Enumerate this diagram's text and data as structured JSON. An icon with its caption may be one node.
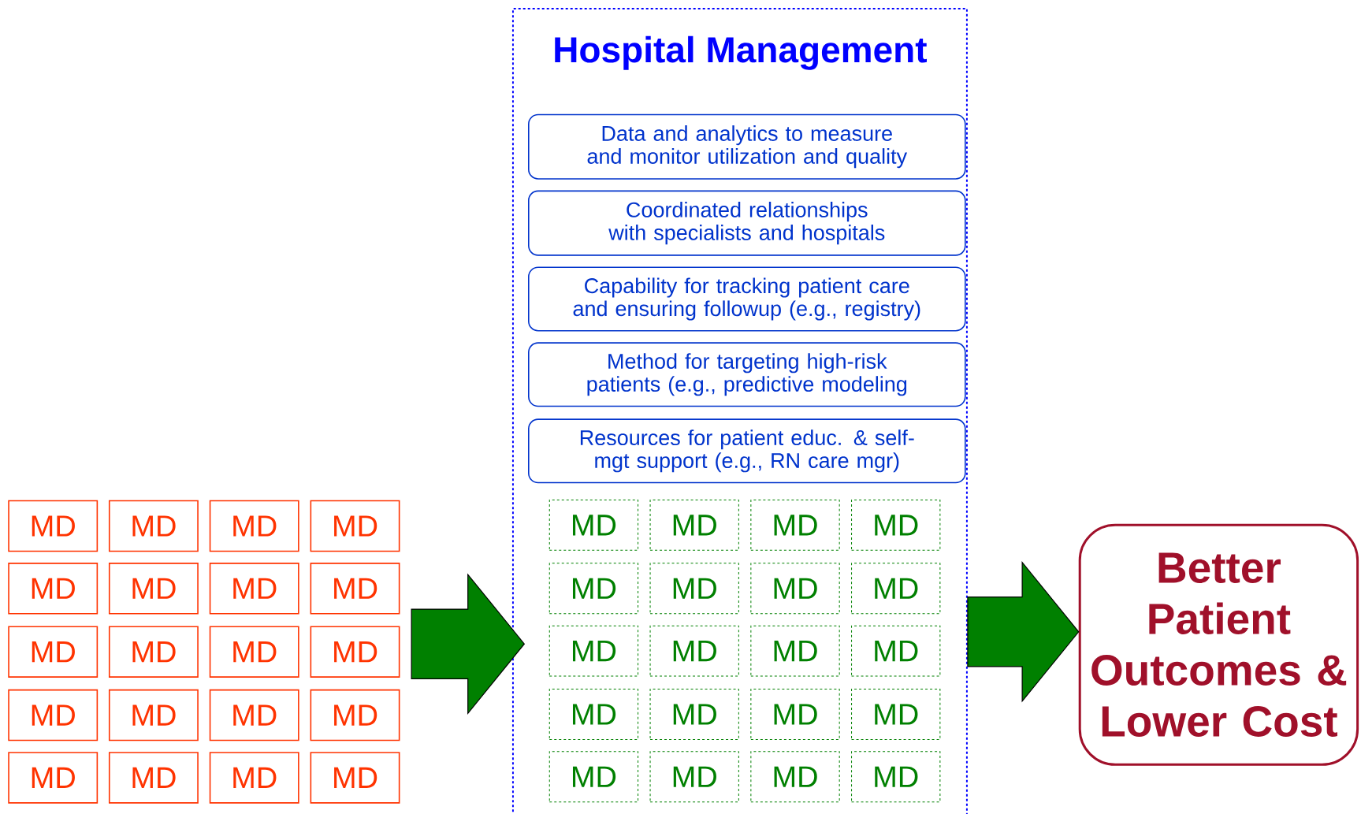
{
  "diagram": {
    "nodes": [
      {
        "text": [
          "MD"
        ]
      },
      {
        "text": [
          "MD"
        ]
      },
      {
        "text": [
          "MD"
        ]
      },
      {
        "text": [
          "MD"
        ]
      },
      {
        "text": [
          "MD"
        ]
      },
      {
        "text": [
          "MD"
        ]
      },
      {
        "text": [
          "MD"
        ]
      },
      {
        "text": [
          "MD"
        ]
      },
      {
        "text": [
          "MD"
        ]
      },
      {
        "text": [
          "MD"
        ]
      },
      {
        "text": [
          "MD"
        ]
      },
      {
        "text": [
          "MD"
        ]
      },
      {
        "text": [
          "MD"
        ]
      },
      {
        "text": [
          "MD"
        ]
      },
      {
        "text": [
          "MD"
        ]
      },
      {
        "text": [
          "MD"
        ]
      },
      {
        "text": [
          "MD"
        ]
      },
      {
        "text": [
          "MD"
        ]
      },
      {
        "text": [
          "MD"
        ]
      },
      {
        "text": [
          "MD"
        ]
      },
      {
        "text": [
          "Hospital Management"
        ]
      },
      {
        "text": [
          "Data and analytics to measure and monitor utilization and quality"
        ],
        "in": 20
      },
      {
        "text": [
          "Coordinated relationships with specialists and hospitals"
        ],
        "in": 20
      },
      {
        "text": [
          "Capability for tracking patient care and ensuring followup (e.g., registry)"
        ],
        "in": 20
      },
      {
        "text": [
          "Method for targeting high-risk patients (e.g., predictive modeling"
        ],
        "in": 20
      },
      {
        "text": [
          "Resources for patient educ. & self-mgt support (e.g., RN care mgr)"
        ],
        "in": 20
      },
      {
        "text": [
          "MD"
        ],
        "in": 20
      },
      {
        "text": [
          "MD"
        ],
        "in": 20
      },
      {
        "text": [
          "MD"
        ],
        "in": 20
      },
      {
        "text": [
          "MD"
        ],
        "in": 20
      },
      {
        "text": [
          "MD"
        ],
        "in": 20
      },
      {
        "text": [
          "MD"
        ],
        "in": 20
      },
      {
        "text": [
          "MD"
        ],
        "in": 20
      },
      {
        "text": [
          "MD"
        ],
        "in": 20
      },
      {
        "text": [
          "MD"
        ],
        "in": 20
      },
      {
        "text": [
          "MD"
        ],
        "in": 20
      },
      {
        "text": [
          "MD"
        ],
        "in": 20
      },
      {
        "text": [
          "MD"
        ],
        "in": 20
      },
      {
        "text": [
          "MD"
        ],
        "in": 20
      },
      {
        "text": [
          "MD"
        ],
        "in": 20
      },
      {
        "text": [
          "MD"
        ],
        "in": 20
      },
      {
        "text": [
          "MD"
        ],
        "in": 20
      },
      {
        "text": [
          "MD"
        ],
        "in": 20
      },
      {
        "text": [
          "MD"
        ],
        "in": 20
      },
      {
        "text": [
          "MD"
        ],
        "in": 20
      },
      {
        "text": [
          "MD"
        ],
        "in": 20
      },
      {
        "text": [
          "Better Patient Outcomes & Lower Cost"
        ]
      }
    ],
    "edges": [
      {
        "from": null,
        "to": 20,
        "arrow": "to"
      },
      {
        "from": 20,
        "to": 46,
        "arrow": "to"
      }
    ]
  }
}
